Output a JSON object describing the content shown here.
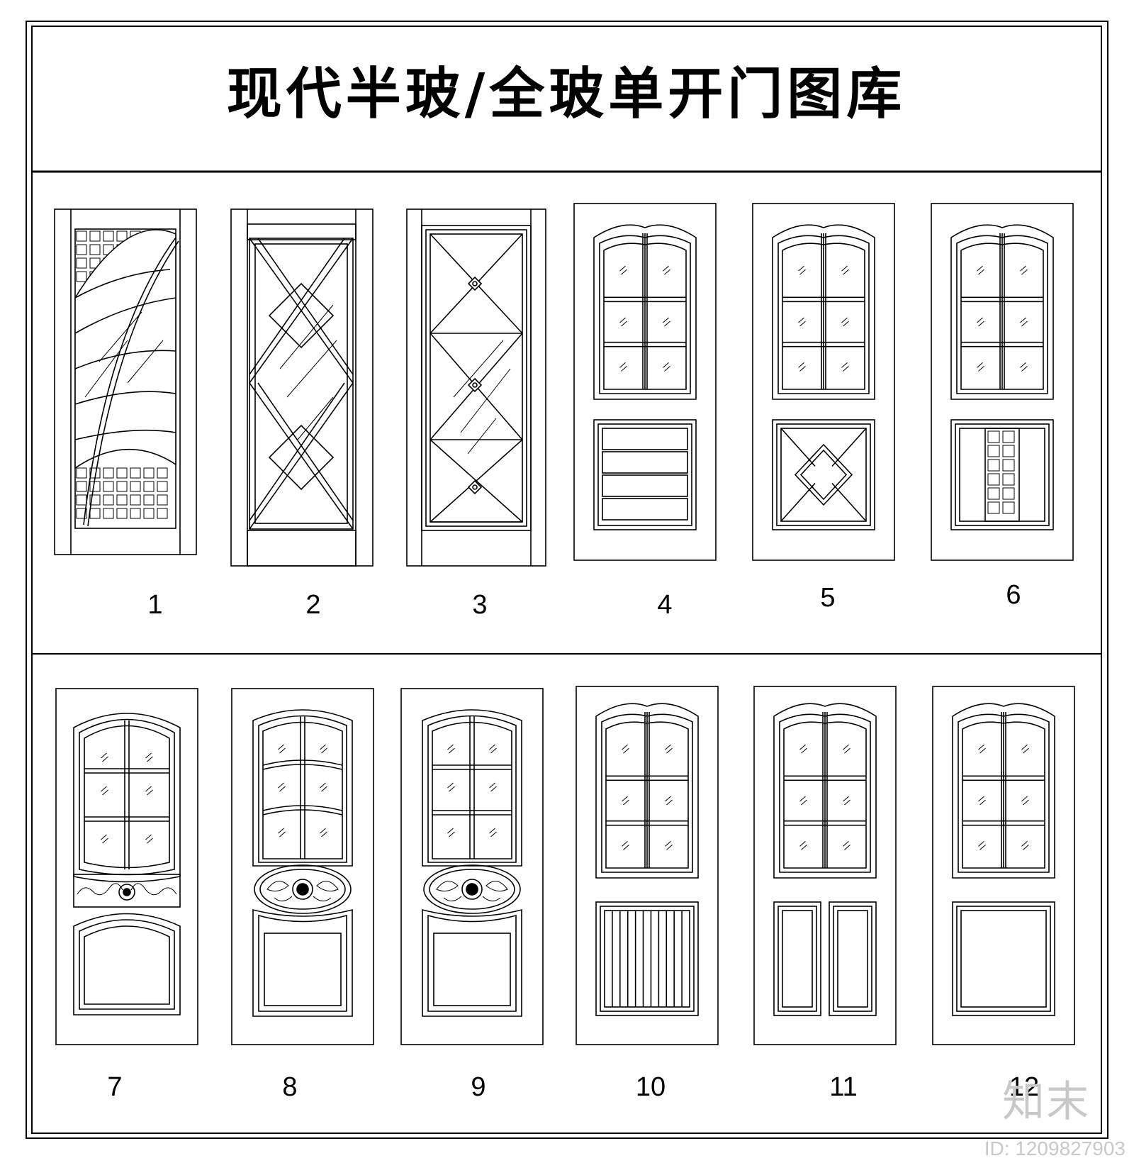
{
  "title": "现代半玻/全玻单开门图库",
  "doors": [
    {
      "label": "1",
      "style": "leaf-grid"
    },
    {
      "label": "2",
      "style": "diamond-lattice"
    },
    {
      "label": "3",
      "style": "x-diamond-studs"
    },
    {
      "label": "4",
      "style": "arched-6-lite-horizontal-rails"
    },
    {
      "label": "5",
      "style": "arched-6-lite-diamond"
    },
    {
      "label": "6",
      "style": "arched-6-lite-grid-column"
    },
    {
      "label": "7",
      "style": "round-arch-6-lite-carved-band"
    },
    {
      "label": "8",
      "style": "round-arch-lite-medallion"
    },
    {
      "label": "9",
      "style": "round-arch-6-lite-medallion"
    },
    {
      "label": "10",
      "style": "arched-6-lite-vertical-slats"
    },
    {
      "label": "11",
      "style": "arched-6-lite-two-panels"
    },
    {
      "label": "12",
      "style": "arched-6-lite-single-panel"
    }
  ],
  "watermark": {
    "logo": "知末",
    "id_text": "ID: 1209827903"
  }
}
